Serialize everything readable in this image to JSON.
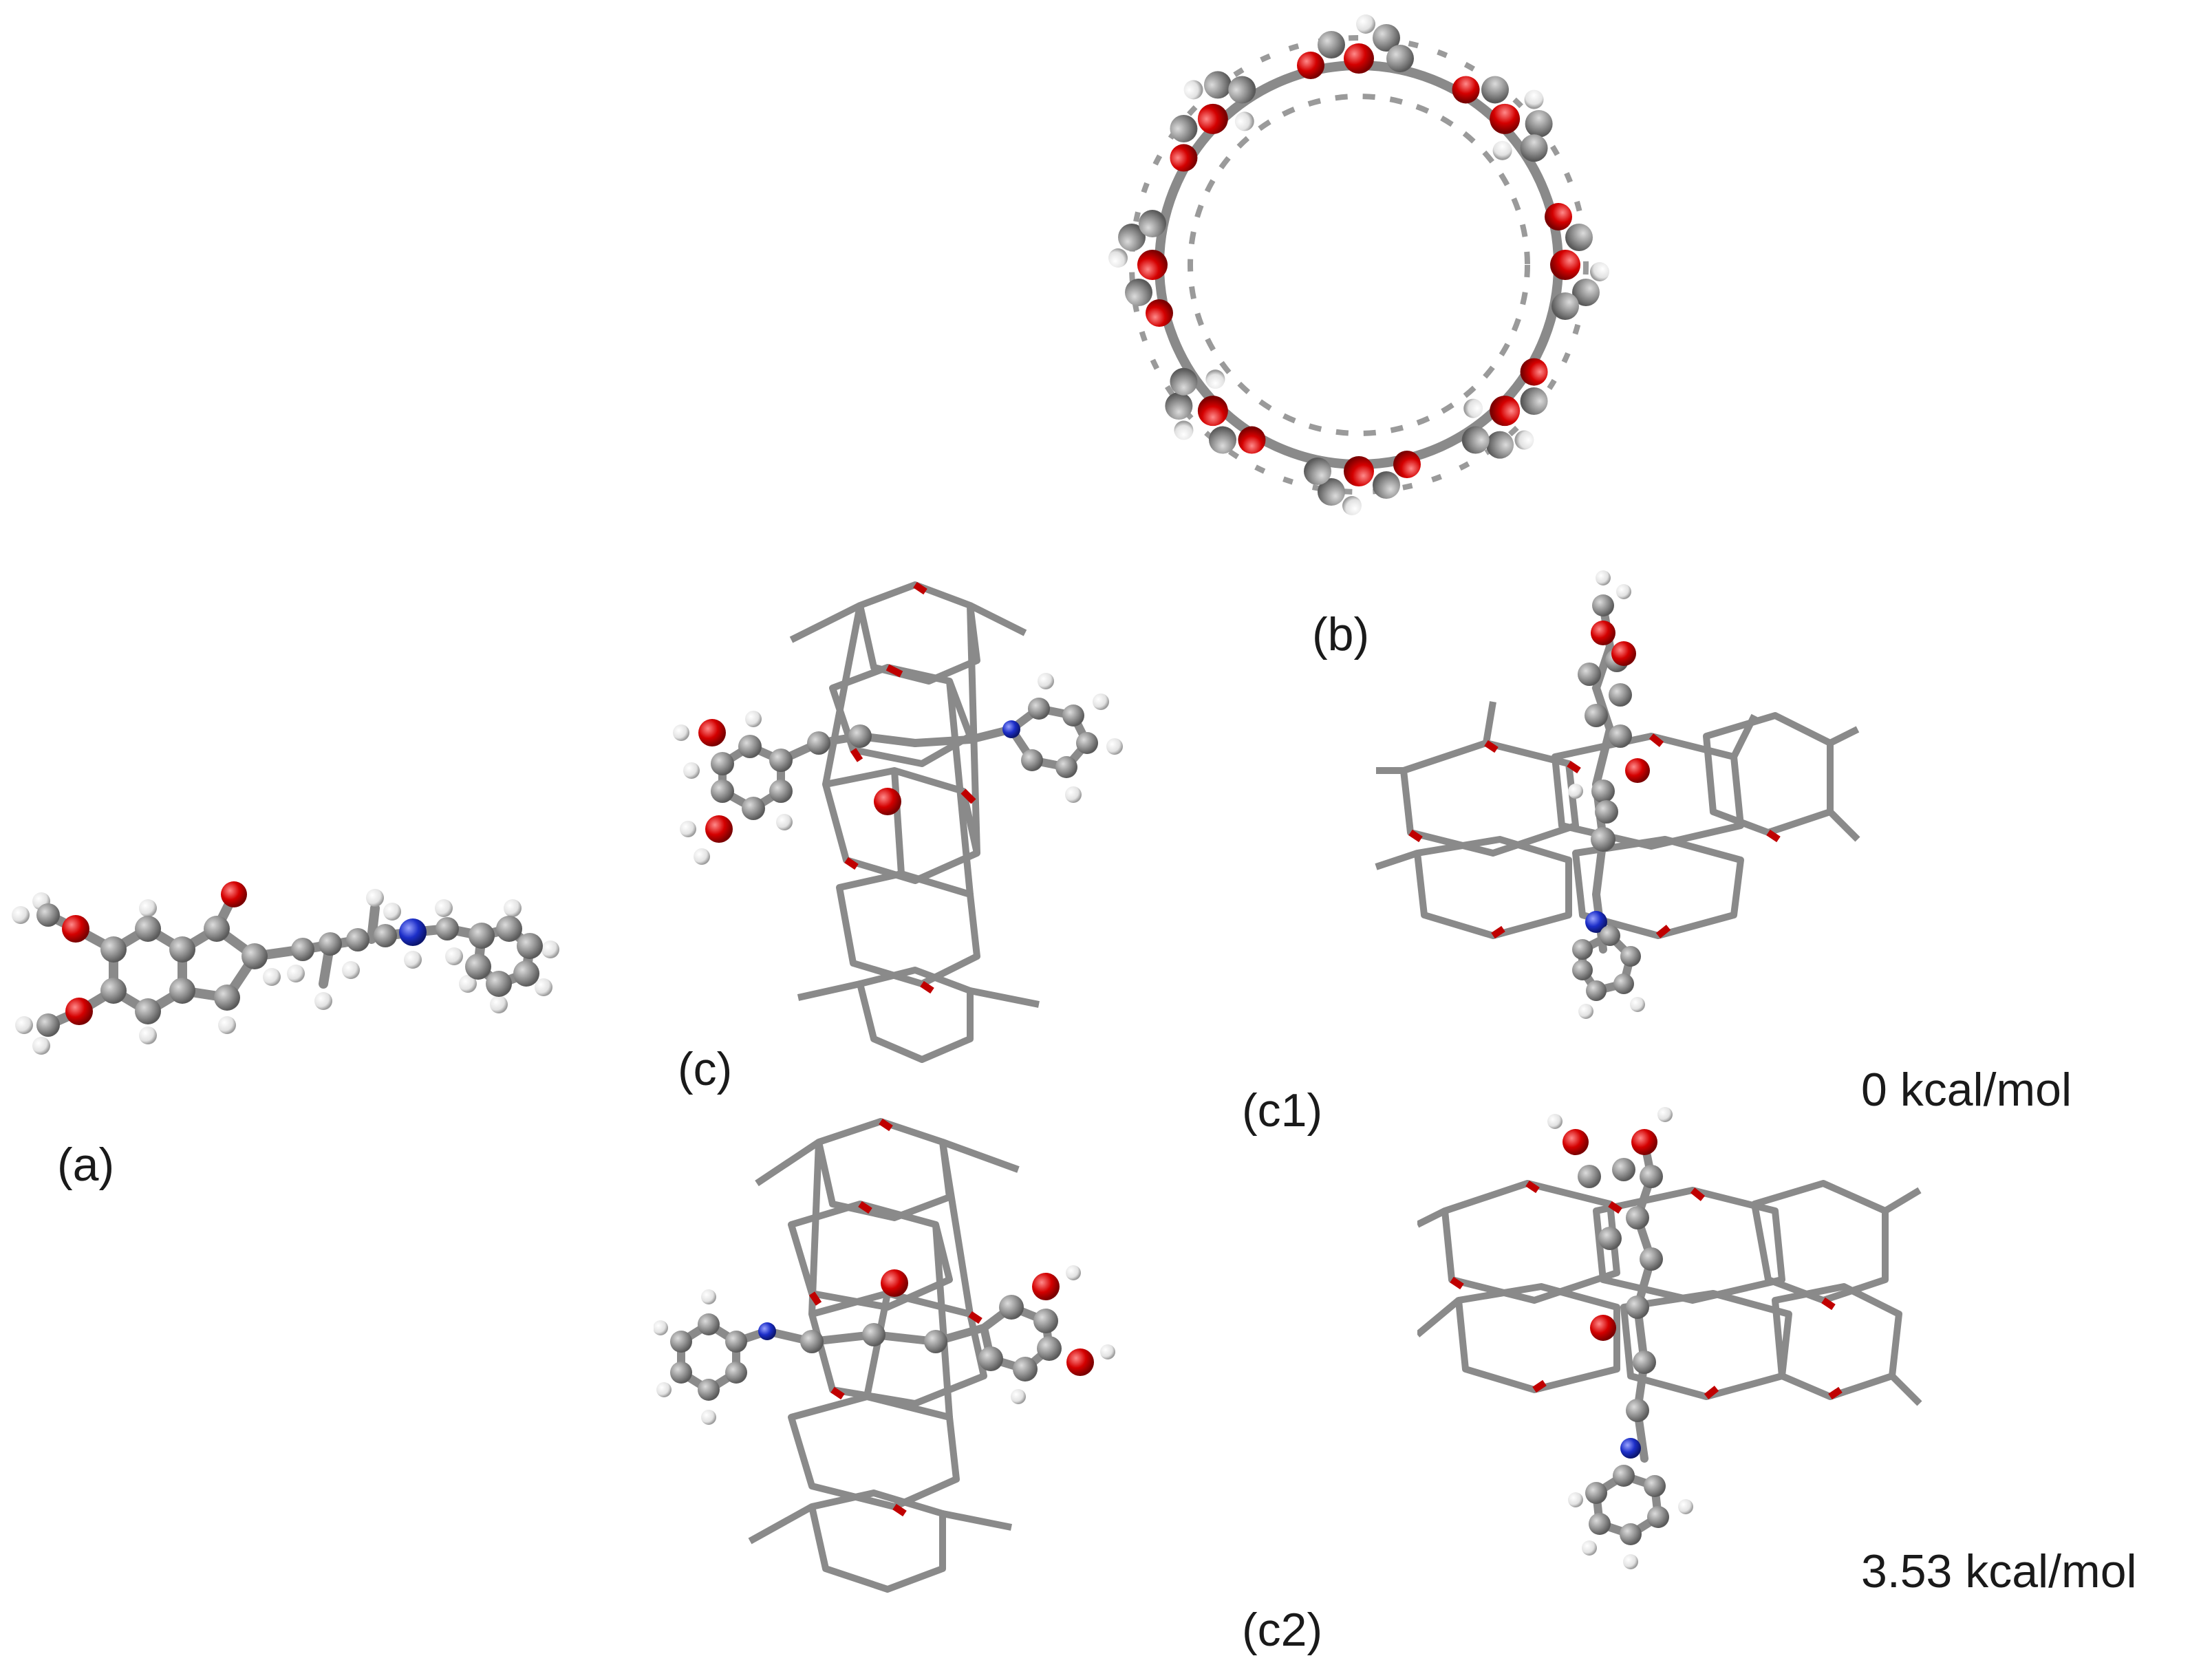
{
  "figure": {
    "labels": {
      "a": "(a)",
      "b": "(b)",
      "c": "(c)",
      "c1": "(c1)",
      "c2": "(c2)",
      "energy_c1": "0 kcal/mol",
      "energy_c2": "3.53 kcal/mol"
    },
    "colors": {
      "carbon": "#8c8c8c",
      "carbon_highlight": "#d2d2d2",
      "oxygen": "#d40000",
      "oxygen_highlight": "#ff7a7a",
      "nitrogen": "#1c2ec8",
      "nitrogen_highlight": "#7f8cff",
      "hydrogen": "#e6e6e6",
      "bond": "#7e7e7e",
      "label_text": "#1a1a1a"
    },
    "icons": [
      "molecule-ball-and-stick",
      "molecule-tube-model"
    ]
  }
}
